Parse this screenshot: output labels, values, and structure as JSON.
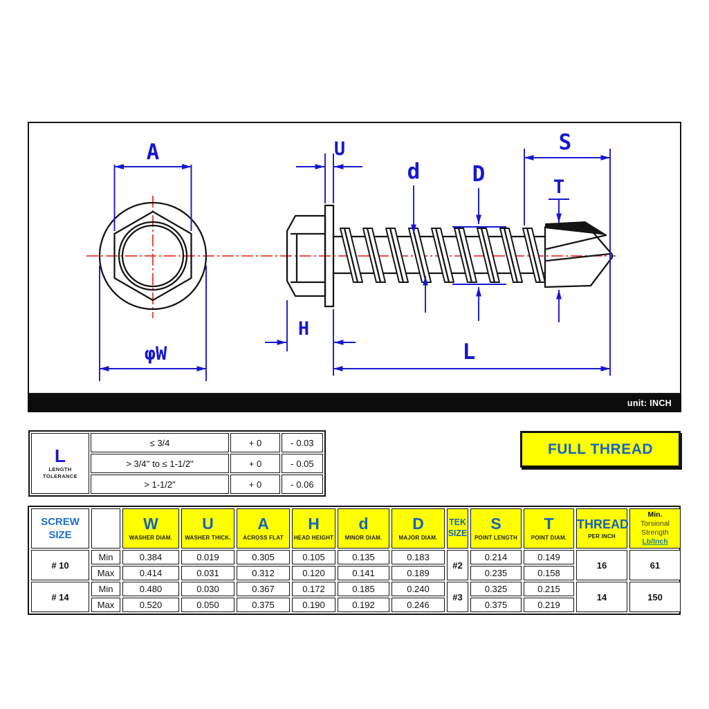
{
  "diagram": {
    "labels": {
      "across_flat": "A",
      "washer_thick": "U",
      "point_length": "S",
      "minor_diam": "d",
      "major_diam": "D",
      "point_diam": "T",
      "head_height": "H",
      "washer_diam": "φW",
      "length": "L"
    },
    "unit_note": "unit: INCH",
    "colors": {
      "dimension": "#1717cf",
      "centerline": "#e8392c",
      "highlight": "#ffff00"
    }
  },
  "tolerance_table": {
    "symbol": "L",
    "title_line1": "LENGTH",
    "title_line2": "TOLERANCE",
    "rows": [
      {
        "range": "≤ 3/4",
        "plus": "+ 0",
        "minus": "- 0.03"
      },
      {
        "range": "> 3/4'' to ≤ 1-1/2\"",
        "plus": "+ 0",
        "minus": "- 0.05"
      },
      {
        "range": "> 1-1/2\"",
        "plus": "+ 0",
        "minus": "- 0.06"
      }
    ]
  },
  "full_thread": {
    "label": "FULL THREAD"
  },
  "spec_table": {
    "screw_header": {
      "line1": "SCREW",
      "line2": "SIZE"
    },
    "row_labels": {
      "min": "Min",
      "max": "Max"
    },
    "columns": [
      {
        "symbol": "W",
        "label": "WASHER DIAM."
      },
      {
        "symbol": "U",
        "label": "WASHER THICK."
      },
      {
        "symbol": "A",
        "label": "ACROSS FLAT"
      },
      {
        "symbol": "H",
        "label": "HEAD HEIGHT"
      },
      {
        "symbol": "d",
        "label": "MINOR DIAM."
      },
      {
        "symbol": "D",
        "label": "MAJOR DIAM."
      },
      {
        "symbol": "S",
        "label": "POINT LENGTH"
      },
      {
        "symbol": "T",
        "label": "POINT DIAM."
      }
    ],
    "tek_header": {
      "line1": "TEK",
      "line2": "SIZE"
    },
    "thread_header": {
      "line1": "THREAD",
      "line2": "PER INCH"
    },
    "torsion_header": {
      "line1": "Min.",
      "line2": "Torsional",
      "line3": "Strength",
      "line4": "Lb/Inch"
    },
    "groups": [
      {
        "size": "# 10",
        "tek": "#2",
        "thread_per_inch": "16",
        "torsional_strength": "61",
        "min": {
          "W": "0.384",
          "U": "0.019",
          "A": "0.305",
          "H": "0.105",
          "d": "0.135",
          "D": "0.183",
          "S": "0.214",
          "T": "0.149"
        },
        "max": {
          "W": "0.414",
          "U": "0.031",
          "A": "0.312",
          "H": "0.120",
          "d": "0.141",
          "D": "0.189",
          "S": "0.235",
          "T": "0.158"
        }
      },
      {
        "size": "# 14",
        "tek": "#3",
        "thread_per_inch": "14",
        "torsional_strength": "150",
        "min": {
          "W": "0.480",
          "U": "0.030",
          "A": "0.367",
          "H": "0.172",
          "d": "0.185",
          "D": "0.240",
          "S": "0.325",
          "T": "0.215"
        },
        "max": {
          "W": "0.520",
          "U": "0.050",
          "A": "0.375",
          "H": "0.190",
          "d": "0.192",
          "D": "0.246",
          "S": "0.375",
          "T": "0.219"
        }
      }
    ]
  }
}
